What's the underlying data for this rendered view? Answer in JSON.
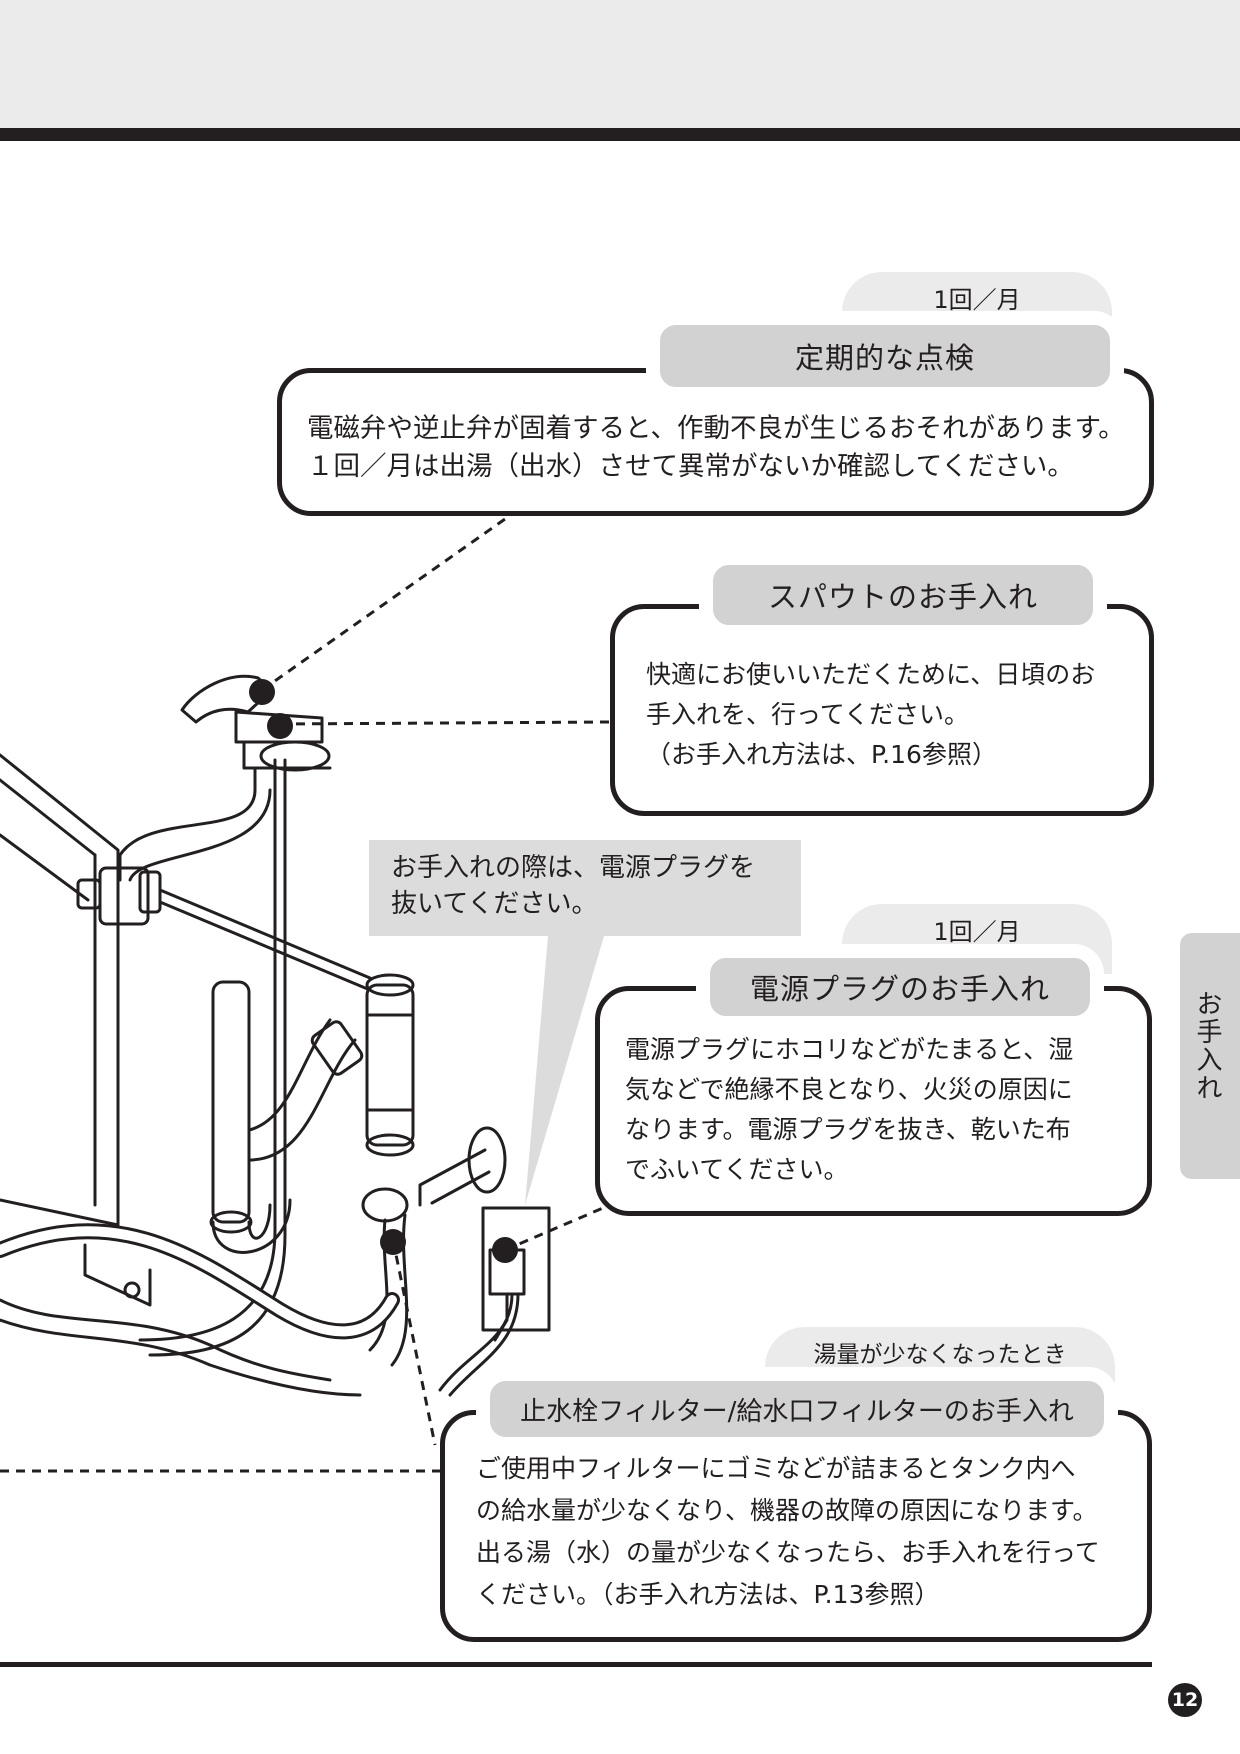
{
  "sections": {
    "inspection": {
      "frequency": "1回／月",
      "title": "定期的な点検",
      "lines": [
        "電磁弁や逆止弁が固着すると、作動不良が生じるおそれがあります。",
        "１回／月は出湯（出水）させて異常がないか確認してください。"
      ]
    },
    "spout": {
      "title": "スパウトのお手入れ",
      "lines": [
        "快適にお使いいただくために、日頃のお",
        "手入れを、行ってください。",
        "（お手入れ方法は、P.16参照）"
      ]
    },
    "plug": {
      "frequency": "1回／月",
      "title": "電源プラグのお手入れ",
      "lines": [
        "電源プラグにホコリなどがたまると、湿",
        "気などで絶縁不良となり、火災の原因に",
        "なります。電源プラグを抜き、乾いた布",
        "でふいてください。"
      ]
    },
    "filter": {
      "frequency": "湯量が少なくなったとき",
      "title": "止水栓フィルター/給水口フィルターのお手入れ",
      "lines": [
        "ご使用中フィルターにゴミなどが詰まるとタンク内へ",
        "の給水量が少なくなり、機器の故障の原因になります。",
        "出る湯（水）の量が少なくなったら、お手入れを行って",
        "ください。（お手入れ方法は、P.13参照）"
      ]
    }
  },
  "note": {
    "lines": [
      "お手入れの際は、電源プラグを",
      "抜いてください。"
    ]
  },
  "side_tab": "お手入れ",
  "page_number": "12"
}
